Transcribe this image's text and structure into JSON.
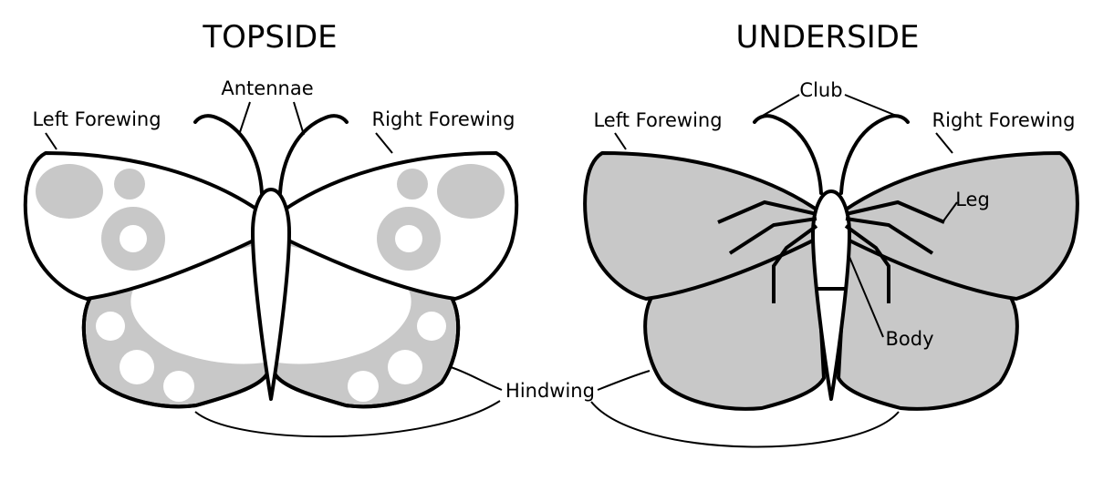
{
  "titles": {
    "topside": "TOPSIDE",
    "underside": "UNDERSIDE"
  },
  "labels": {
    "antennae": "Antennae",
    "left_forewing": "Left Forewing",
    "right_forewing": "Right Forewing",
    "club": "Club",
    "leg": "Leg",
    "body": "Body",
    "hindwing": "Hindwing"
  },
  "colors": {
    "outline": "#000000",
    "wing_white": "#ffffff",
    "wing_gray": "#c8c8c8"
  }
}
